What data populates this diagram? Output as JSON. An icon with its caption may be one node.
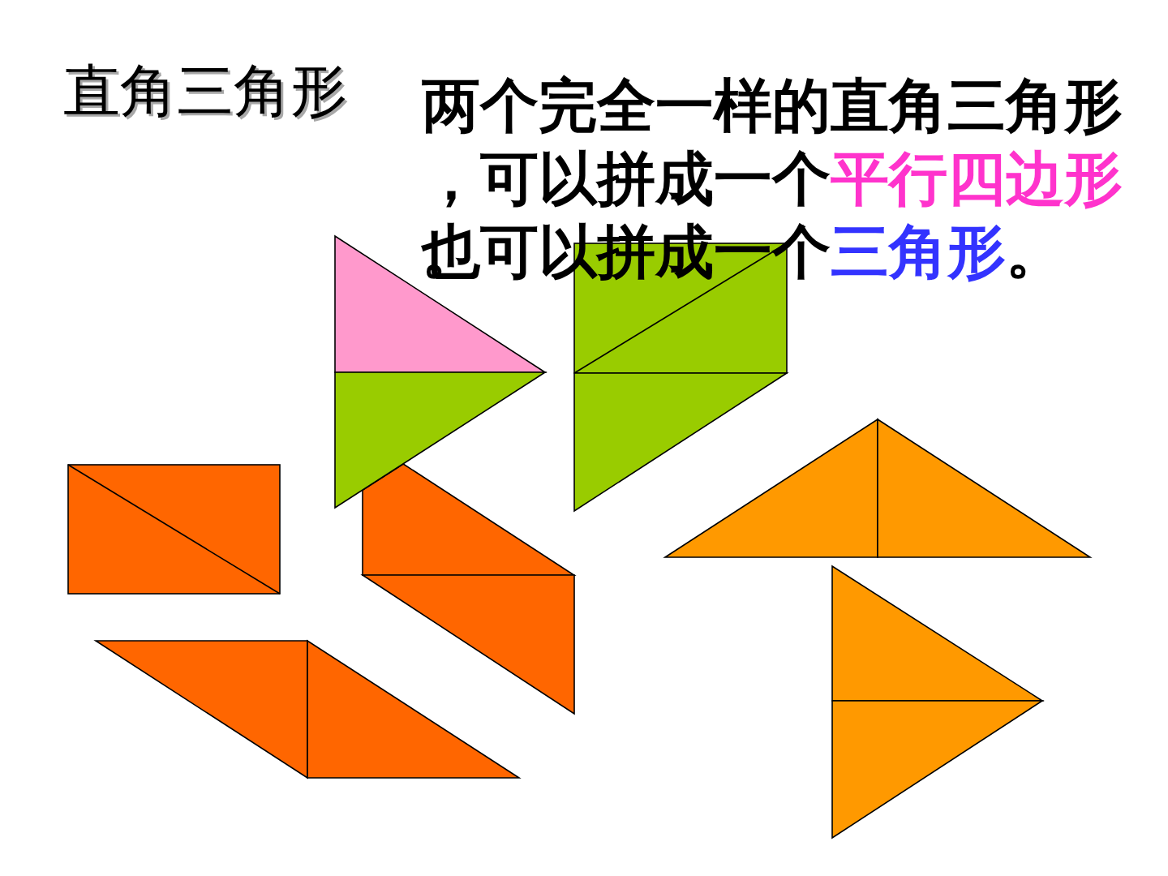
{
  "diagram": {
    "title": "直角三角形",
    "nodes": [
      {
        "text": [],
        "shape": "triangle"
      },
      {
        "text": [],
        "shape": "box"
      },
      {
        "text": [],
        "shape": "triangle"
      },
      {
        "text": [],
        "shape": "triangle"
      },
      {
        "text": [],
        "shape": "triangle"
      },
      {
        "text": [],
        "shape": "triangle"
      },
      {
        "text": [],
        "shape": "triangle"
      },
      {
        "text": [],
        "shape": "box"
      },
      {
        "text": [],
        "shape": "triangle"
      },
      {
        "text": [],
        "shape": "triangle"
      },
      {
        "text": [],
        "shape": "triangle"
      },
      {
        "text": [],
        "shape": "triangle"
      },
      {
        "text": [],
        "shape": "triangle"
      }
    ],
    "labels": [
      "两个完全一样的直角三角形，可以拼成一个",
      "平行四边形",
      "。",
      "也可以拼成一个",
      "三角形",
      "。"
    ]
  }
}
